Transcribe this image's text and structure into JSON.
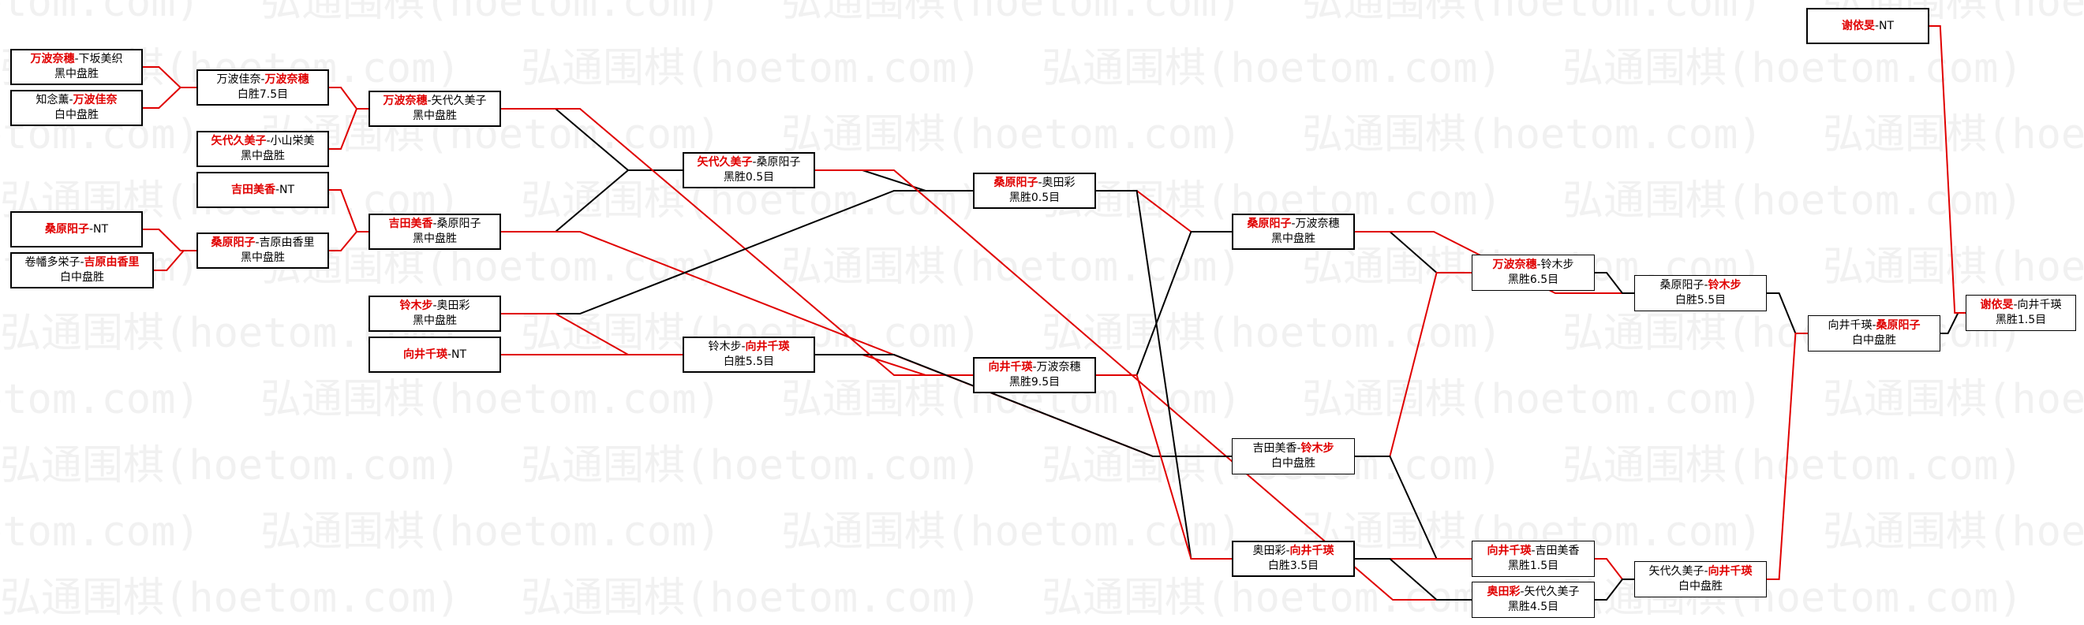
{
  "watermark": "弘通围棋(hoetom.com)",
  "colors": {
    "win": "#e00000",
    "lose": "#000000"
  },
  "nodes": [
    {
      "id": "n1",
      "a": "万波奈穗",
      "b": "下坂美织",
      "result": "黑中盘胜",
      "w": 1
    },
    {
      "id": "n2",
      "a": "知念薰",
      "b": "万波佳奈",
      "result": "白中盘胜",
      "w": 2
    },
    {
      "id": "n3",
      "a": "矢代久美子",
      "b": "小山栄美",
      "result": "黑中盘胜",
      "w": 1
    },
    {
      "id": "n4",
      "a": "吉田美香",
      "b": "NT",
      "result": "",
      "w": 1
    },
    {
      "id": "n5",
      "a": "桑原阳子",
      "b": "NT",
      "result": "",
      "w": 1
    },
    {
      "id": "n6",
      "a": "卷幡多栄子",
      "b": "吉原由香里",
      "result": "白中盘胜",
      "w": 2
    },
    {
      "id": "n7",
      "a": "万波佳奈",
      "b": "万波奈穗",
      "result": "白胜7.5目",
      "w": 2
    },
    {
      "id": "n8",
      "a": "桑原阳子",
      "b": "吉原由香里",
      "result": "黑中盘胜",
      "w": 1
    },
    {
      "id": "n9",
      "a": "万波奈穗",
      "b": "矢代久美子",
      "result": "黑中盘胜",
      "w": 1
    },
    {
      "id": "n10",
      "a": "吉田美香",
      "b": "桑原阳子",
      "result": "黑中盘胜",
      "w": 1
    },
    {
      "id": "n11",
      "a": "铃木步",
      "b": "奥田彩",
      "result": "黑中盘胜",
      "w": 1
    },
    {
      "id": "n12",
      "a": "向井千瑛",
      "b": "NT",
      "result": "",
      "w": 1
    },
    {
      "id": "n13",
      "a": "矢代久美子",
      "b": "桑原阳子",
      "result": "黑胜0.5目",
      "w": 1
    },
    {
      "id": "n14",
      "a": "铃木步",
      "b": "向井千瑛",
      "result": "白胜5.5目",
      "w": 2
    },
    {
      "id": "n15",
      "a": "桑原阳子",
      "b": "奥田彩",
      "result": "黑胜0.5目",
      "w": 1
    },
    {
      "id": "n16",
      "a": "向井千瑛",
      "b": "万波奈穗",
      "result": "黑胜9.5目",
      "w": 1
    },
    {
      "id": "n17",
      "a": "桑原阳子",
      "b": "万波奈穗",
      "result": "黑中盘胜",
      "w": 1
    },
    {
      "id": "n18",
      "a": "吉田美香",
      "b": "铃木步",
      "result": "白中盘胜",
      "w": 2
    },
    {
      "id": "n19",
      "a": "奥田彩",
      "b": "向井千瑛",
      "result": "白胜3.5目",
      "w": 2
    },
    {
      "id": "n20",
      "a": "万波奈穗",
      "b": "铃木步",
      "result": "黑胜6.5目",
      "w": 1
    },
    {
      "id": "n21",
      "a": "向井千瑛",
      "b": "吉田美香",
      "result": "黑胜1.5目",
      "w": 1
    },
    {
      "id": "n22",
      "a": "奥田彩",
      "b": "矢代久美子",
      "result": "黑胜4.5目",
      "w": 1
    },
    {
      "id": "n23",
      "a": "桑原阳子",
      "b": "铃木步",
      "result": "白胜5.5目",
      "w": 2
    },
    {
      "id": "n24",
      "a": "矢代久美子",
      "b": "向井千瑛",
      "result": "白中盘胜",
      "w": 2
    },
    {
      "id": "n25",
      "a": "向井千瑛",
      "b": "桑原阳子",
      "result": "白中盘胜",
      "w": 2
    },
    {
      "id": "n26",
      "a": "谢依旻",
      "b": "NT",
      "result": "",
      "w": 1
    },
    {
      "id": "n27",
      "a": "谢依旻",
      "b": "向井千瑛",
      "result": "黑胜1.5目",
      "w": 1
    }
  ],
  "edges": [
    {
      "from": "n1",
      "to": "n7",
      "win": true
    },
    {
      "from": "n2",
      "to": "n7",
      "win": true
    },
    {
      "from": "n7",
      "to": "n9",
      "win": true
    },
    {
      "from": "n3",
      "to": "n9",
      "win": true
    },
    {
      "from": "n4",
      "to": "n10",
      "win": true
    },
    {
      "from": "n5",
      "to": "n8",
      "win": true
    },
    {
      "from": "n6",
      "to": "n8",
      "win": true
    },
    {
      "from": "n8",
      "to": "n10",
      "win": true
    },
    {
      "from": "n9",
      "to": "n13",
      "win": false
    },
    {
      "from": "n10",
      "to": "n13",
      "win": false
    },
    {
      "from": "n9",
      "to": "n16",
      "win": true
    },
    {
      "from": "n10",
      "to": "n18",
      "win": true
    },
    {
      "from": "n11",
      "to": "n15",
      "win": false
    },
    {
      "from": "n11",
      "to": "n14",
      "win": true
    },
    {
      "from": "n12",
      "to": "n14",
      "win": true
    },
    {
      "from": "n13",
      "to": "n15",
      "win": false
    },
    {
      "from": "n13",
      "to": "n22",
      "win": true
    },
    {
      "from": "n14",
      "to": "n16",
      "win": true
    },
    {
      "from": "n14",
      "to": "n18",
      "win": false
    },
    {
      "from": "n15",
      "to": "n17",
      "win": true
    },
    {
      "from": "n15",
      "to": "n19",
      "win": false
    },
    {
      "from": "n16",
      "to": "n17",
      "win": false
    },
    {
      "from": "n16",
      "to": "n19",
      "win": true
    },
    {
      "from": "n17",
      "to": "n20",
      "win": false
    },
    {
      "from": "n17",
      "to": "n23",
      "win": true
    },
    {
      "from": "n18",
      "to": "n20",
      "win": true
    },
    {
      "from": "n18",
      "to": "n21",
      "win": false
    },
    {
      "from": "n19",
      "to": "n21",
      "win": true
    },
    {
      "from": "n19",
      "to": "n22",
      "win": false
    },
    {
      "from": "n20",
      "to": "n23",
      "win": false
    },
    {
      "from": "n21",
      "to": "n24",
      "win": true
    },
    {
      "from": "n22",
      "to": "n24",
      "win": false
    },
    {
      "from": "n23",
      "to": "n25",
      "win": false
    },
    {
      "from": "n24",
      "to": "n25",
      "win": true
    },
    {
      "from": "n25",
      "to": "n27",
      "win": false
    },
    {
      "from": "n26",
      "to": "n27",
      "win": true
    }
  ]
}
